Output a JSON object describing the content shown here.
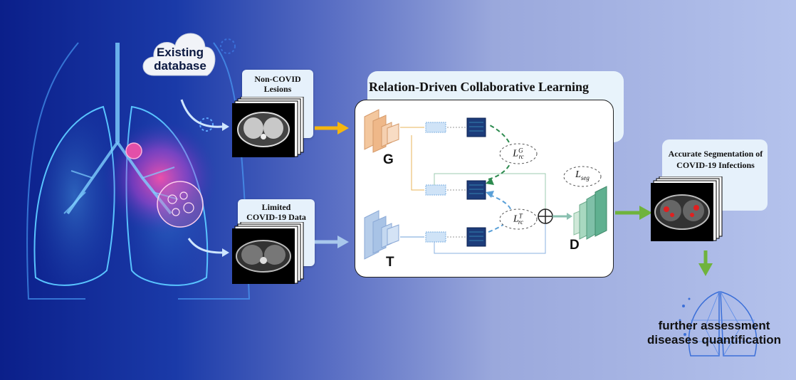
{
  "cloud": {
    "label_line1": "Existing",
    "label_line2": "database"
  },
  "inputs": {
    "top_label_line1": "Non-COVID",
    "top_label_line2": "Lesions",
    "bottom_label_line1": "Limited",
    "bottom_label_line2": "COVID-19 Data"
  },
  "panel": {
    "title": "Relation-Driven Collaborative Learning",
    "generator": "G",
    "teacher": "T",
    "decoder": "D",
    "loss_rc": "L",
    "loss_rc_sub": "rc",
    "loss_rc_sup_g": "G",
    "loss_rc_sup_t": "T",
    "loss_seg": "L",
    "loss_seg_sub": "seg"
  },
  "output": {
    "title_line1": "Accurate Segmentation of",
    "title_line2": "COVID-19 Infections"
  },
  "final": {
    "line1": "further assessment",
    "line2": "diseases quantification"
  },
  "colors": {
    "orange_arrow": "#f5b60f",
    "blue_arrow": "#a9c8ec",
    "green_arrow": "#6fb33d",
    "dash_green": "#2c8a4e",
    "dash_blue": "#5aa0d8"
  }
}
